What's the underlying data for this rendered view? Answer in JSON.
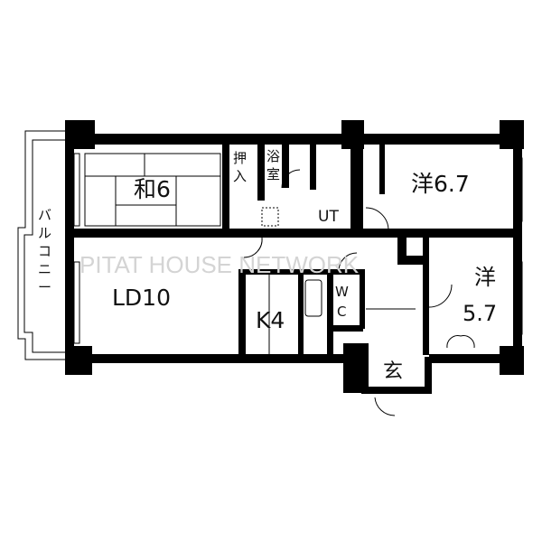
{
  "rooms": {
    "japanese": "和6",
    "closet_line1": "押",
    "closet_line2": "入",
    "bath_line1": "浴",
    "bath_line2": "室",
    "utility": "UT",
    "western_a": "洋6.7",
    "balcony": [
      "バ",
      "ル",
      "コ",
      "ニ",
      "ー"
    ],
    "living_dining": "LD10",
    "kitchen": "K4",
    "wc_line1": "W",
    "wc_line2": "C",
    "western_b_line1": "洋",
    "western_b_line2": "5.7",
    "entrance": "玄"
  },
  "watermark": "PITAT HOUSE NETWORK",
  "colors": {
    "wall": "#000000",
    "watermark": "#d4d4d4"
  }
}
